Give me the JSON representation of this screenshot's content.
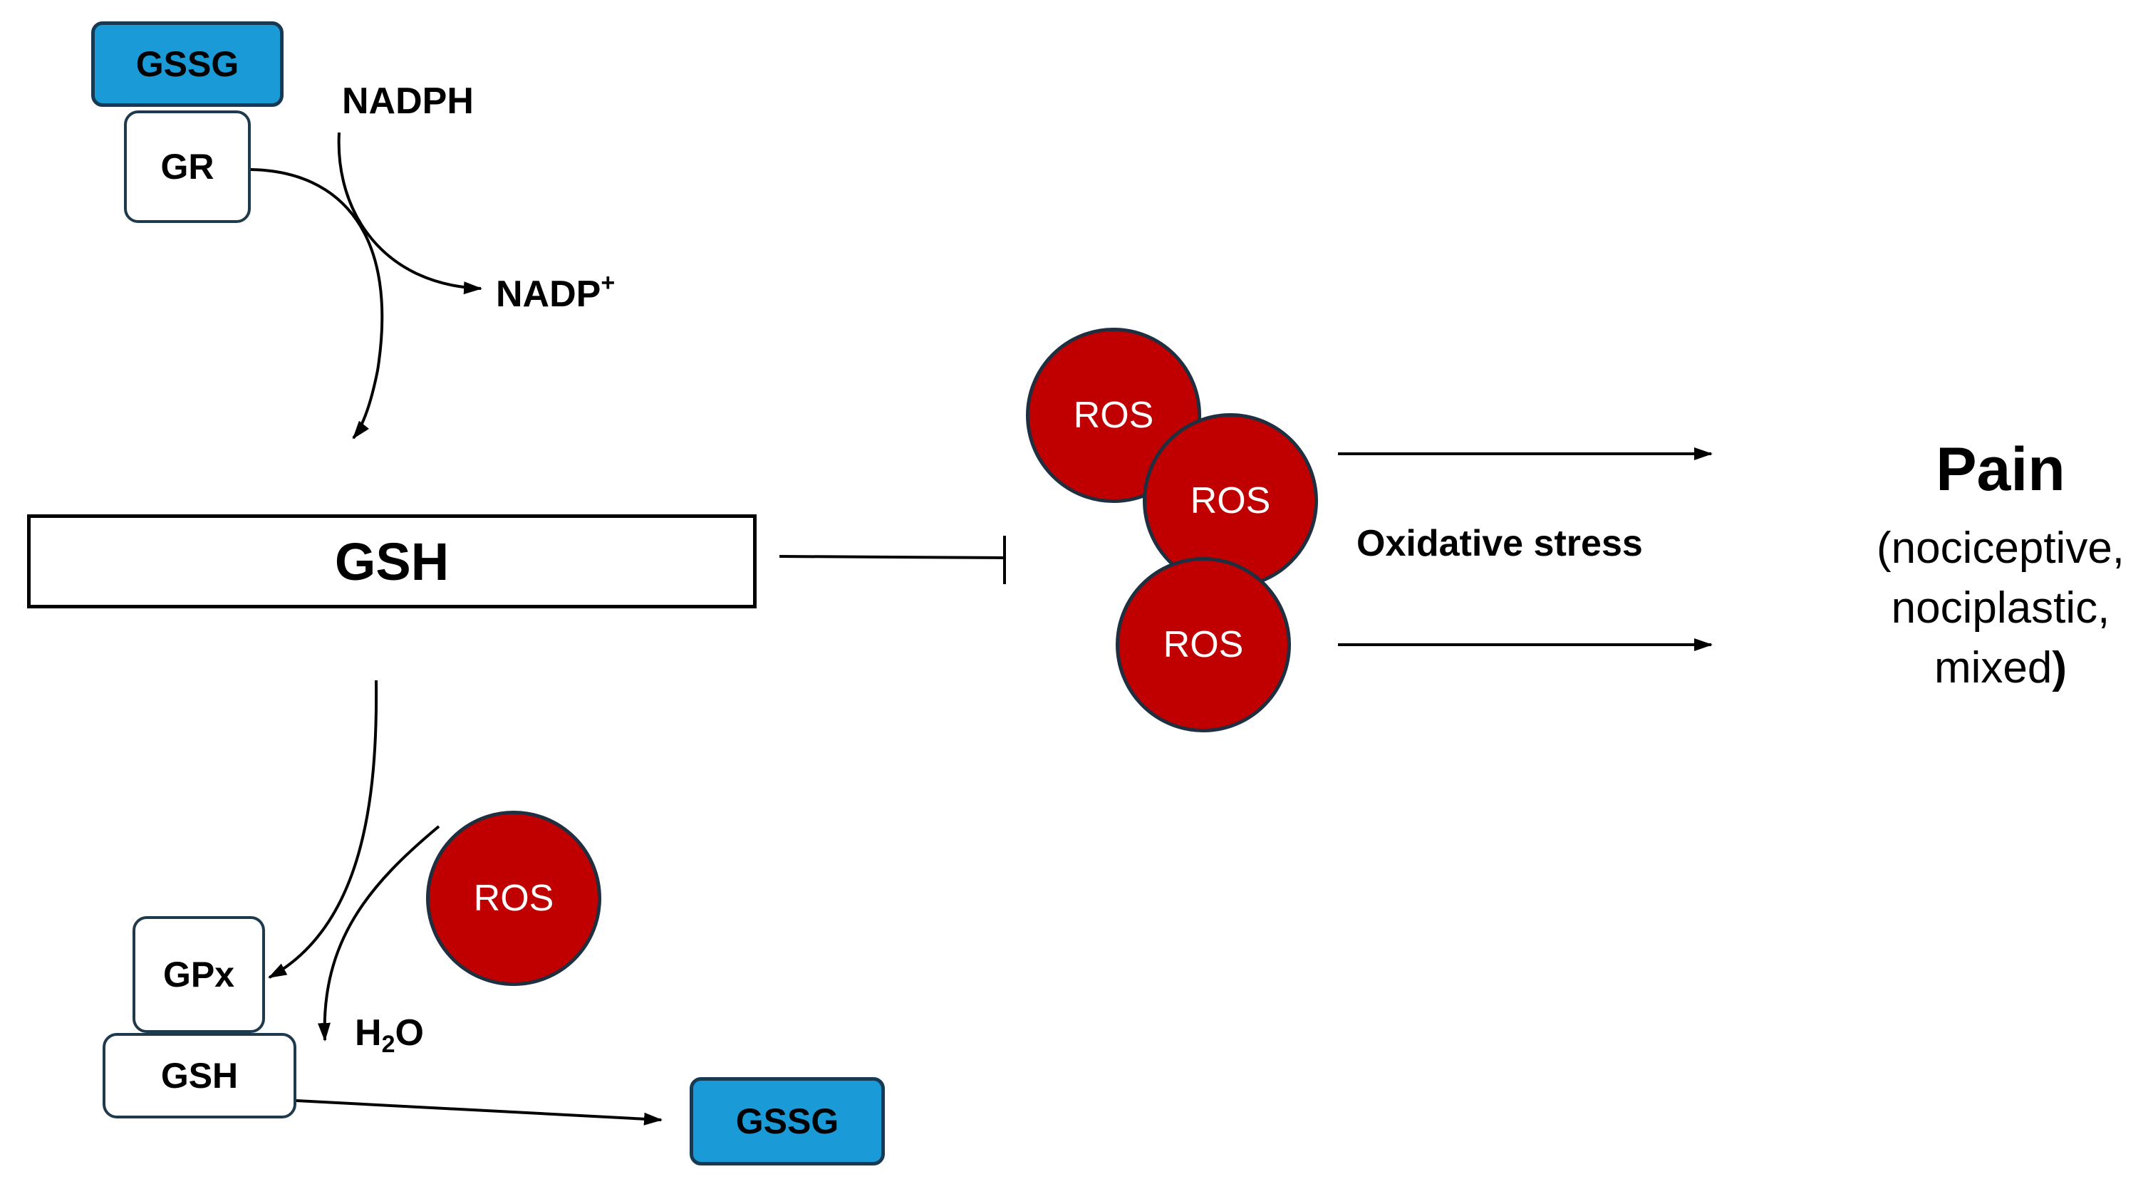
{
  "top": {
    "gssg_label": "GSSG",
    "enzyme_label": "GR",
    "cofactor_in": "NADPH",
    "cofactor_out_base": "NADP",
    "cofactor_out_sup": "+"
  },
  "center": {
    "gsh_label": "GSH"
  },
  "bottom": {
    "enzyme_label": "GPx",
    "gsh_label": "GSH",
    "ros_label": "ROS",
    "water_h": "H",
    "water_sub": "2",
    "water_o": "O",
    "gssg_label": "GSSG"
  },
  "ros_cluster": [
    "ROS",
    "ROS",
    "ROS"
  ],
  "arrows_label": "Oxidative stress",
  "pain": {
    "title": "Pain",
    "line1": "(nociceptive,",
    "line2": "nociplastic,",
    "line3_text": "mixed",
    "line3_paren": ")"
  },
  "colors": {
    "ros_fill": "#c00000",
    "gssg_fill": "#1a9bd7",
    "box_border": "#1f3a4d"
  }
}
